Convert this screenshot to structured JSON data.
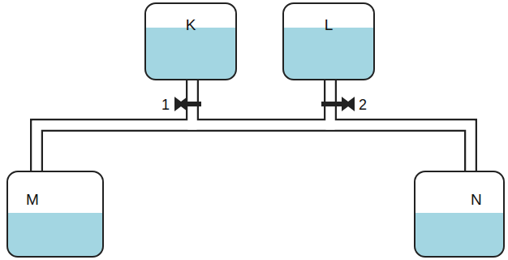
{
  "diagram": {
    "nodes": [
      {
        "text": [
          "K"
        ]
      },
      {
        "text": [
          "L"
        ]
      },
      {
        "text": [
          "M"
        ]
      },
      {
        "text": [
          "N"
        ]
      }
    ],
    "edges": [
      {
        "from": 0,
        "to": 2,
        "arrow": "none"
      },
      {
        "from": 0,
        "to": 3,
        "arrow": "none"
      },
      {
        "from": 1,
        "to": 2,
        "arrow": "none"
      },
      {
        "from": 1,
        "to": 3,
        "arrow": "none"
      }
    ],
    "labels": [
      "1",
      "2"
    ]
  }
}
